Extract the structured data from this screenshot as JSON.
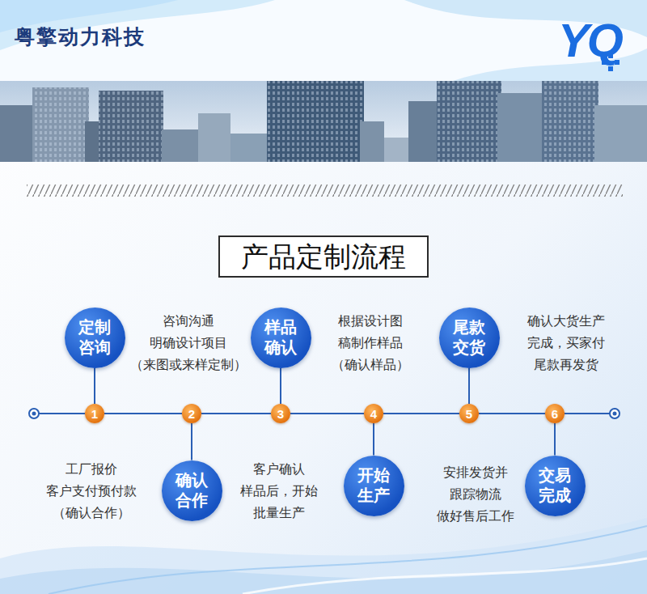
{
  "diagram": {
    "title": "产品定制流程",
    "nodes": [
      {
        "text": [
          "定制 咨询",
          "咨询沟通 明确设计项目 （来图或来样定制）"
        ]
      },
      {
        "text": [
          "样品 确认",
          "根据设计图 稿制作样品 （确认样品）"
        ]
      },
      {
        "text": [
          "尾款 交货",
          "确认大货生产 完成，买家付 尾款再发货"
        ]
      },
      {
        "text": [
          "1"
        ]
      },
      {
        "text": [
          "2"
        ]
      },
      {
        "text": [
          "3"
        ]
      },
      {
        "text": [
          "4"
        ]
      },
      {
        "text": [
          "5"
        ]
      },
      {
        "text": [
          "6"
        ]
      },
      {
        "text": [
          "确认 合作",
          "工厂报价 客户支付预付款 （确认合作）"
        ]
      },
      {
        "text": [
          "开始 生产",
          "客户确认 样品后，开始 批量生产"
        ]
      },
      {
        "text": [
          "交易 完成",
          "安排发货并 跟踪物流 做好售后工作"
        ]
      }
    ],
    "edges": [
      {
        "from": 3,
        "to": 4,
        "arrow": "none"
      },
      {
        "from": 4,
        "to": 5,
        "arrow": "none"
      },
      {
        "from": 5,
        "to": 6,
        "arrow": "none"
      },
      {
        "from": 6,
        "to": 7,
        "arrow": "none"
      },
      {
        "from": 7,
        "to": 8,
        "arrow": "none"
      },
      {
        "from": 0,
        "to": 3,
        "arrow": "none"
      },
      {
        "from": 9,
        "to": 4,
        "arrow": "none"
      },
      {
        "from": 1,
        "to": 5,
        "arrow": "none"
      },
      {
        "from": 10,
        "to": 6,
        "arrow": "none"
      },
      {
        "from": 2,
        "to": 7,
        "arrow": "none"
      },
      {
        "from": 11,
        "to": 8,
        "arrow": "none"
      }
    ],
    "labels": [
      "粤擎动力科技",
      "YQ"
    ]
  }
}
